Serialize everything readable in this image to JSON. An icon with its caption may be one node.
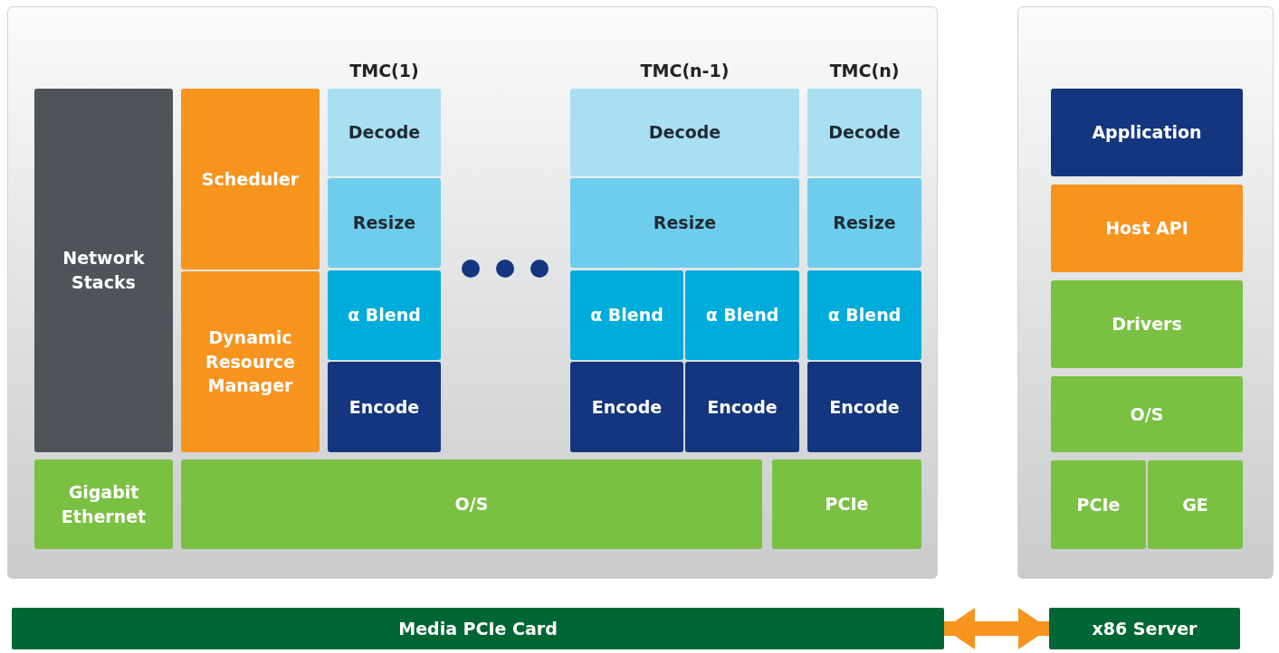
{
  "diagram": {
    "nodes": [
      {
        "text": [],
        "shape": "box"
      },
      {
        "text": [
          "Network Stacks"
        ],
        "in": 0
      },
      {
        "text": [
          "Scheduler"
        ],
        "in": 0
      },
      {
        "text": [
          "Dynamic Resource Manager"
        ],
        "in": 0
      },
      {
        "text": [
          "TMC(1)"
        ],
        "in": 0
      },
      {
        "text": [
          "Decode"
        ],
        "in": 4
      },
      {
        "text": [
          "Resize"
        ],
        "in": 4
      },
      {
        "text": [
          "α Blend"
        ],
        "in": 4
      },
      {
        "text": [
          "Encode"
        ],
        "in": 4
      },
      {
        "text": [
          "TMC(n-1)"
        ],
        "in": 0
      },
      {
        "text": [
          "Decode"
        ],
        "in": 9
      },
      {
        "text": [
          "Resize"
        ],
        "in": 9
      },
      {
        "text": [
          "α Blend"
        ],
        "in": 9
      },
      {
        "text": [
          "α Blend"
        ],
        "in": 9
      },
      {
        "text": [
          "Encode"
        ],
        "in": 9
      },
      {
        "text": [
          "Encode"
        ],
        "in": 9
      },
      {
        "text": [
          "TMC(n)"
        ],
        "in": 0
      },
      {
        "text": [
          "Decode"
        ],
        "in": 16
      },
      {
        "text": [
          "Resize"
        ],
        "in": 16
      },
      {
        "text": [
          "α Blend"
        ],
        "in": 16
      },
      {
        "text": [
          "Encode"
        ],
        "in": 16
      },
      {
        "text": [
          "Gigabit Ethernet"
        ],
        "in": 0
      },
      {
        "text": [
          "O/S"
        ],
        "in": 0
      },
      {
        "text": [
          "PCIe"
        ],
        "in": 0
      },
      {
        "text": [],
        "shape": "box"
      },
      {
        "text": [
          "Application"
        ],
        "in": 24
      },
      {
        "text": [
          "Host API"
        ],
        "in": 24
      },
      {
        "text": [
          "Drivers"
        ],
        "in": 24
      },
      {
        "text": [
          "O/S"
        ],
        "in": 24
      },
      {
        "text": [
          "PCIe"
        ],
        "in": 24
      },
      {
        "text": [
          "GE"
        ],
        "in": 24
      },
      {
        "text": [
          "Media PCIe Card"
        ]
      },
      {
        "text": [
          "x86 Server"
        ]
      }
    ],
    "edges": [
      {
        "from": 31,
        "to": 32,
        "arrow": "both",
        "color": "#f7941e"
      }
    ]
  }
}
